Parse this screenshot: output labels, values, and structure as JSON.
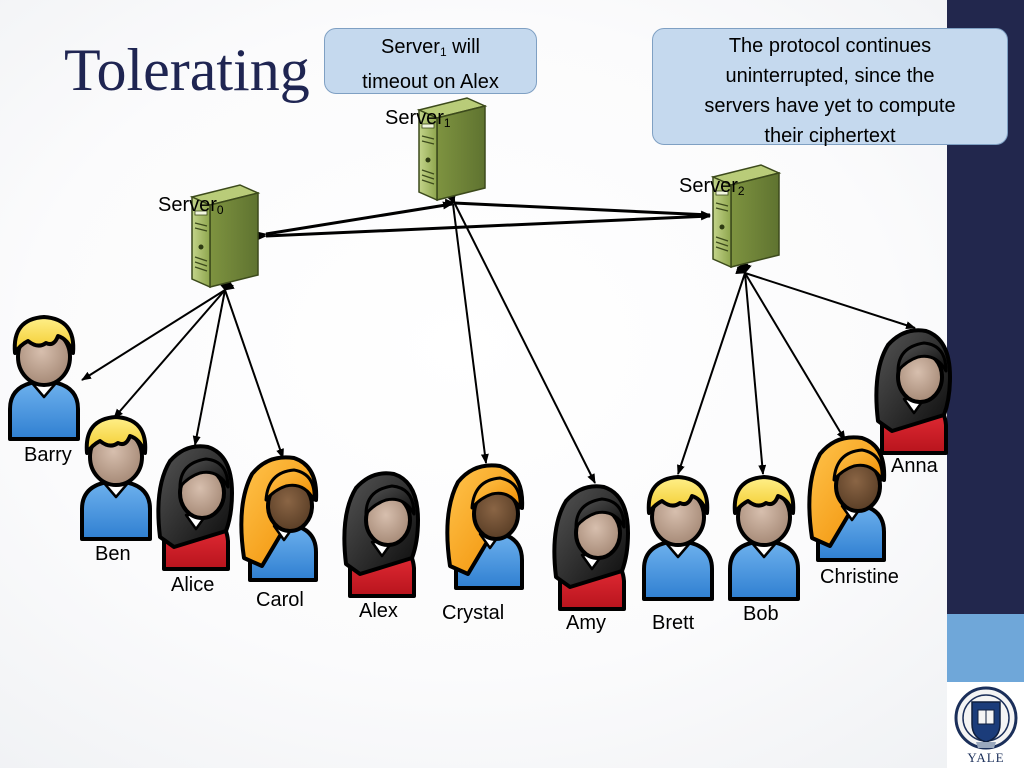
{
  "slide": {
    "title": "Tolerating Churn",
    "colors": {
      "title": "#1f2552",
      "sidebar": "#22274d",
      "sidebar_accent": "#6fa7d9",
      "callout_fill": "#c5d9ee"
    }
  },
  "callouts": {
    "left": {
      "text_before": "Server",
      "sub": "1",
      "text_after": " will",
      "line2": "timeout on Alex"
    },
    "right": {
      "line1": "The protocol continues",
      "line2": "uninterrupted, since the",
      "line3": "servers have yet to compute",
      "line4": "their ciphertext"
    }
  },
  "servers": [
    {
      "base": "Server",
      "sub": "0"
    },
    {
      "base": "Server",
      "sub": "1"
    },
    {
      "base": "Server",
      "sub": "2"
    }
  ],
  "clients": [
    "Barry",
    "Ben",
    "Alice",
    "Carol",
    "Alex",
    "Crystal",
    "Amy",
    "Brett",
    "Bob",
    "Christine",
    "Anna"
  ],
  "logo": {
    "text": "YALE"
  }
}
